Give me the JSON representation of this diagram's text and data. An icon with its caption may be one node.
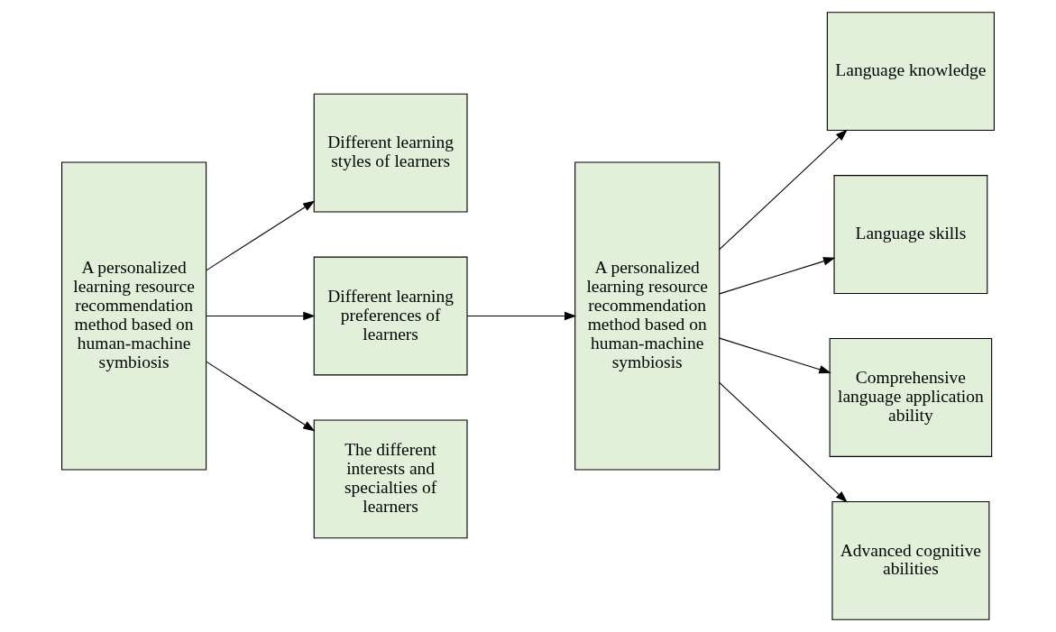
{
  "diagram": {
    "nodes": [
      {
        "text": [
          "A personalized learning resource recommendation method based on human-machine symbiosis"
        ]
      },
      {
        "text": [
          "Different learning styles of learners"
        ]
      },
      {
        "text": [
          "Different learning preferences of learners"
        ]
      },
      {
        "text": [
          "The different interests and specialties of learners"
        ]
      },
      {
        "text": [
          "A personalized learning resource recommendation method based on human-machine symbiosis"
        ]
      },
      {
        "text": [
          "Language knowledge"
        ]
      },
      {
        "text": [
          "Language skills"
        ]
      },
      {
        "text": [
          "Comprehensive language application ability"
        ]
      },
      {
        "text": [
          "Advanced cognitive abilities"
        ]
      }
    ],
    "edges": [
      {
        "from": 0,
        "to": 1,
        "arrow": "to"
      },
      {
        "from": 0,
        "to": 2,
        "arrow": "to"
      },
      {
        "from": 0,
        "to": 3,
        "arrow": "to"
      },
      {
        "from": 2,
        "to": 4,
        "arrow": "to"
      },
      {
        "from": 4,
        "to": 5,
        "arrow": "to"
      },
      {
        "from": 4,
        "to": 6,
        "arrow": "to"
      },
      {
        "from": 4,
        "to": 7,
        "arrow": "to"
      },
      {
        "from": 4,
        "to": 8,
        "arrow": "to"
      }
    ]
  }
}
